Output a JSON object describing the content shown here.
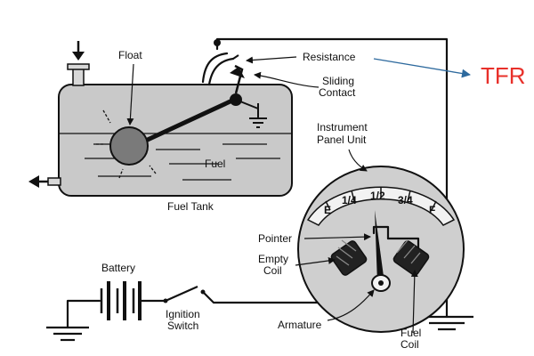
{
  "diagram": {
    "labels": {
      "float": "Float",
      "resistance": "Resistance",
      "sliding_contact_line1": "Sliding",
      "sliding_contact_line2": "Contact",
      "instrument_line1": "Instrument",
      "instrument_line2": "Panel Unit",
      "fuel": "Fuel",
      "fuel_tank": "Fuel Tank",
      "pointer": "Pointer",
      "empty_coil_line1": "Empty",
      "empty_coil_line2": "Coil",
      "battery": "Battery",
      "ignition_line1": "Ignition",
      "ignition_line2": "Switch",
      "armature": "Armature",
      "fuel_coil_line1": "Fuel",
      "fuel_coil_line2": "Coil"
    },
    "dial": {
      "e": "E",
      "quarter": "1/4",
      "half": "1/2",
      "three_quarter": "3/4",
      "f": "F"
    },
    "annotation": {
      "text": "TFR",
      "color": "#e8302a",
      "arrow_color": "#2e6a9e"
    },
    "colors": {
      "tank_fill": "#c9c9c9",
      "gauge_fill": "#cfcfcf",
      "float_fill": "#7a7a7a",
      "ink": "#111111"
    }
  }
}
